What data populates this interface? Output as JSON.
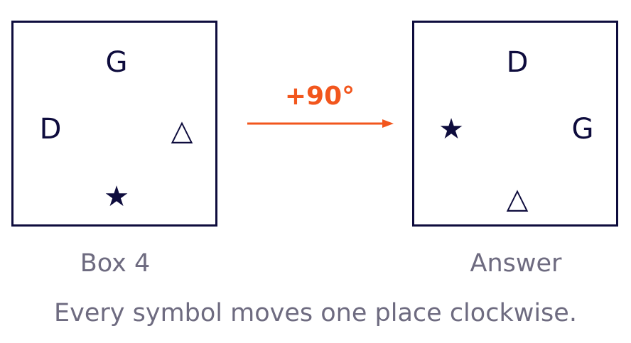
{
  "left_box": {
    "caption": "Box 4",
    "top": "G",
    "left": "D",
    "right": "△",
    "bottom": "★"
  },
  "right_box": {
    "caption": "Answer",
    "top": "D",
    "left": "★",
    "right": "G",
    "bottom": "△"
  },
  "transform_label": "+90°",
  "footer_text": "Every symbol moves one place clockwise.",
  "colors": {
    "box_border": "#0e0c3d",
    "symbol": "#0e0c3d",
    "accent": "#f2561d",
    "caption": "#6e6b80"
  }
}
